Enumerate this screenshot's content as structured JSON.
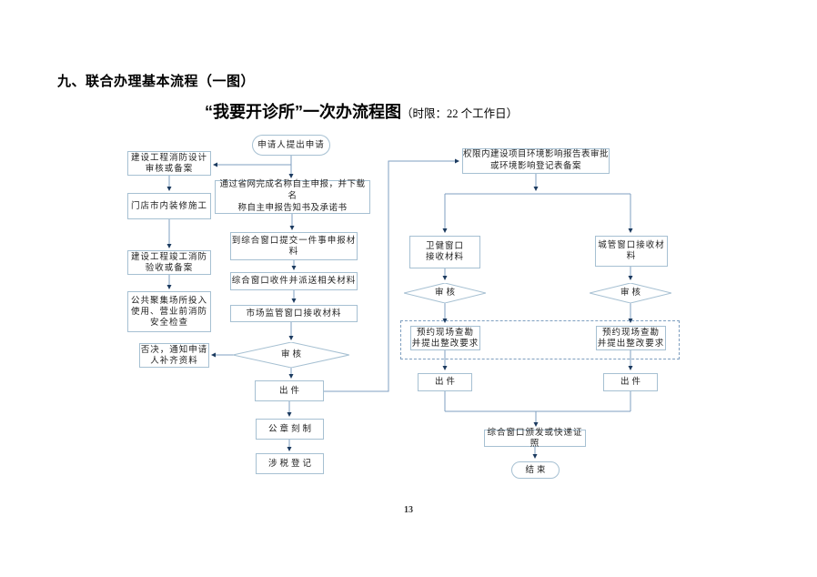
{
  "page": {
    "title": "九、联合办理基本流程（一图）",
    "subtitle": "“我要开诊所”一次办流程图",
    "subtitle_note": "（时限：22 个工作日）",
    "page_number": "13"
  },
  "colors": {
    "connector_line": "#7f9fc0",
    "arrowhead": "#1b3a5f",
    "node_border": "#a6c0d2",
    "dashed_border": "#7f9fc0",
    "text": "#222222"
  },
  "flowchart": {
    "start": "申请人提出申请",
    "fire_design": "建设工程消防设计\n审核或备案",
    "shop_decoration": "门店市内装修施工",
    "fire_acceptance": "建设工程竣工消防\n验收或备案",
    "public_gathering": "公共聚集场所投入\n使用、营业前消防\n安全检查",
    "reject_notice": "否决，通知申请\n人补齐资料",
    "name_declare": "通过省网完成名称自主申报，并下载名\n称自主申报告知书及承诺书",
    "submit_materials": "到综合窗口提交一件事申报材\n料",
    "window_dispatch": "综合窗口收件并派送相关材料",
    "market_receive": "市场监管窗口接收材料",
    "review_center": "审核",
    "issue_center": "出件",
    "seal_making": "公章刻制",
    "tax_register": "涉税登记",
    "env_approval": "权限内建设项目环境影响报告表审批\n或环境影响登记表备案",
    "health_window": "卫健窗口\n接收材料",
    "city_window": "城管窗口接收材\n料",
    "review_left": "审核",
    "review_right": "审核",
    "survey_left": "预约现场查勘\n并提出整改要求",
    "survey_right": "预约现场查勘\n并提出整改要求",
    "issue_left": "出件",
    "issue_right": "出件",
    "license_issue": "综合窗口颁发或快递证照",
    "end": "结束"
  }
}
